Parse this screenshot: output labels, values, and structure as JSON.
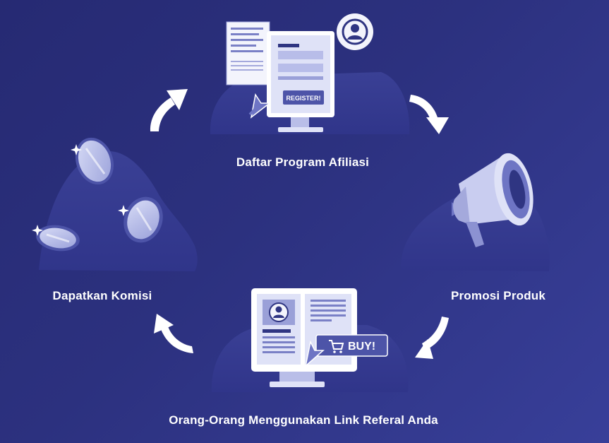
{
  "steps": [
    {
      "label": "Daftar Program Afiliasi",
      "icon": "register-computer-icon"
    },
    {
      "label": "Promosi Produk",
      "icon": "megaphone-icon"
    },
    {
      "label": "Orang-Orang Menggunakan Link Referal Anda",
      "icon": "buy-computer-icon"
    },
    {
      "label": "Dapatkan Komisi",
      "icon": "coins-icon"
    }
  ],
  "register_button": "REGISTER!",
  "buy_button": "BUY!",
  "colors": {
    "background": "#2c317f",
    "blob": "#353b8e",
    "illustration": "#c9cdf0",
    "accent": "#6e75c4",
    "dark": "#2a2f78",
    "text": "#ffffff"
  }
}
